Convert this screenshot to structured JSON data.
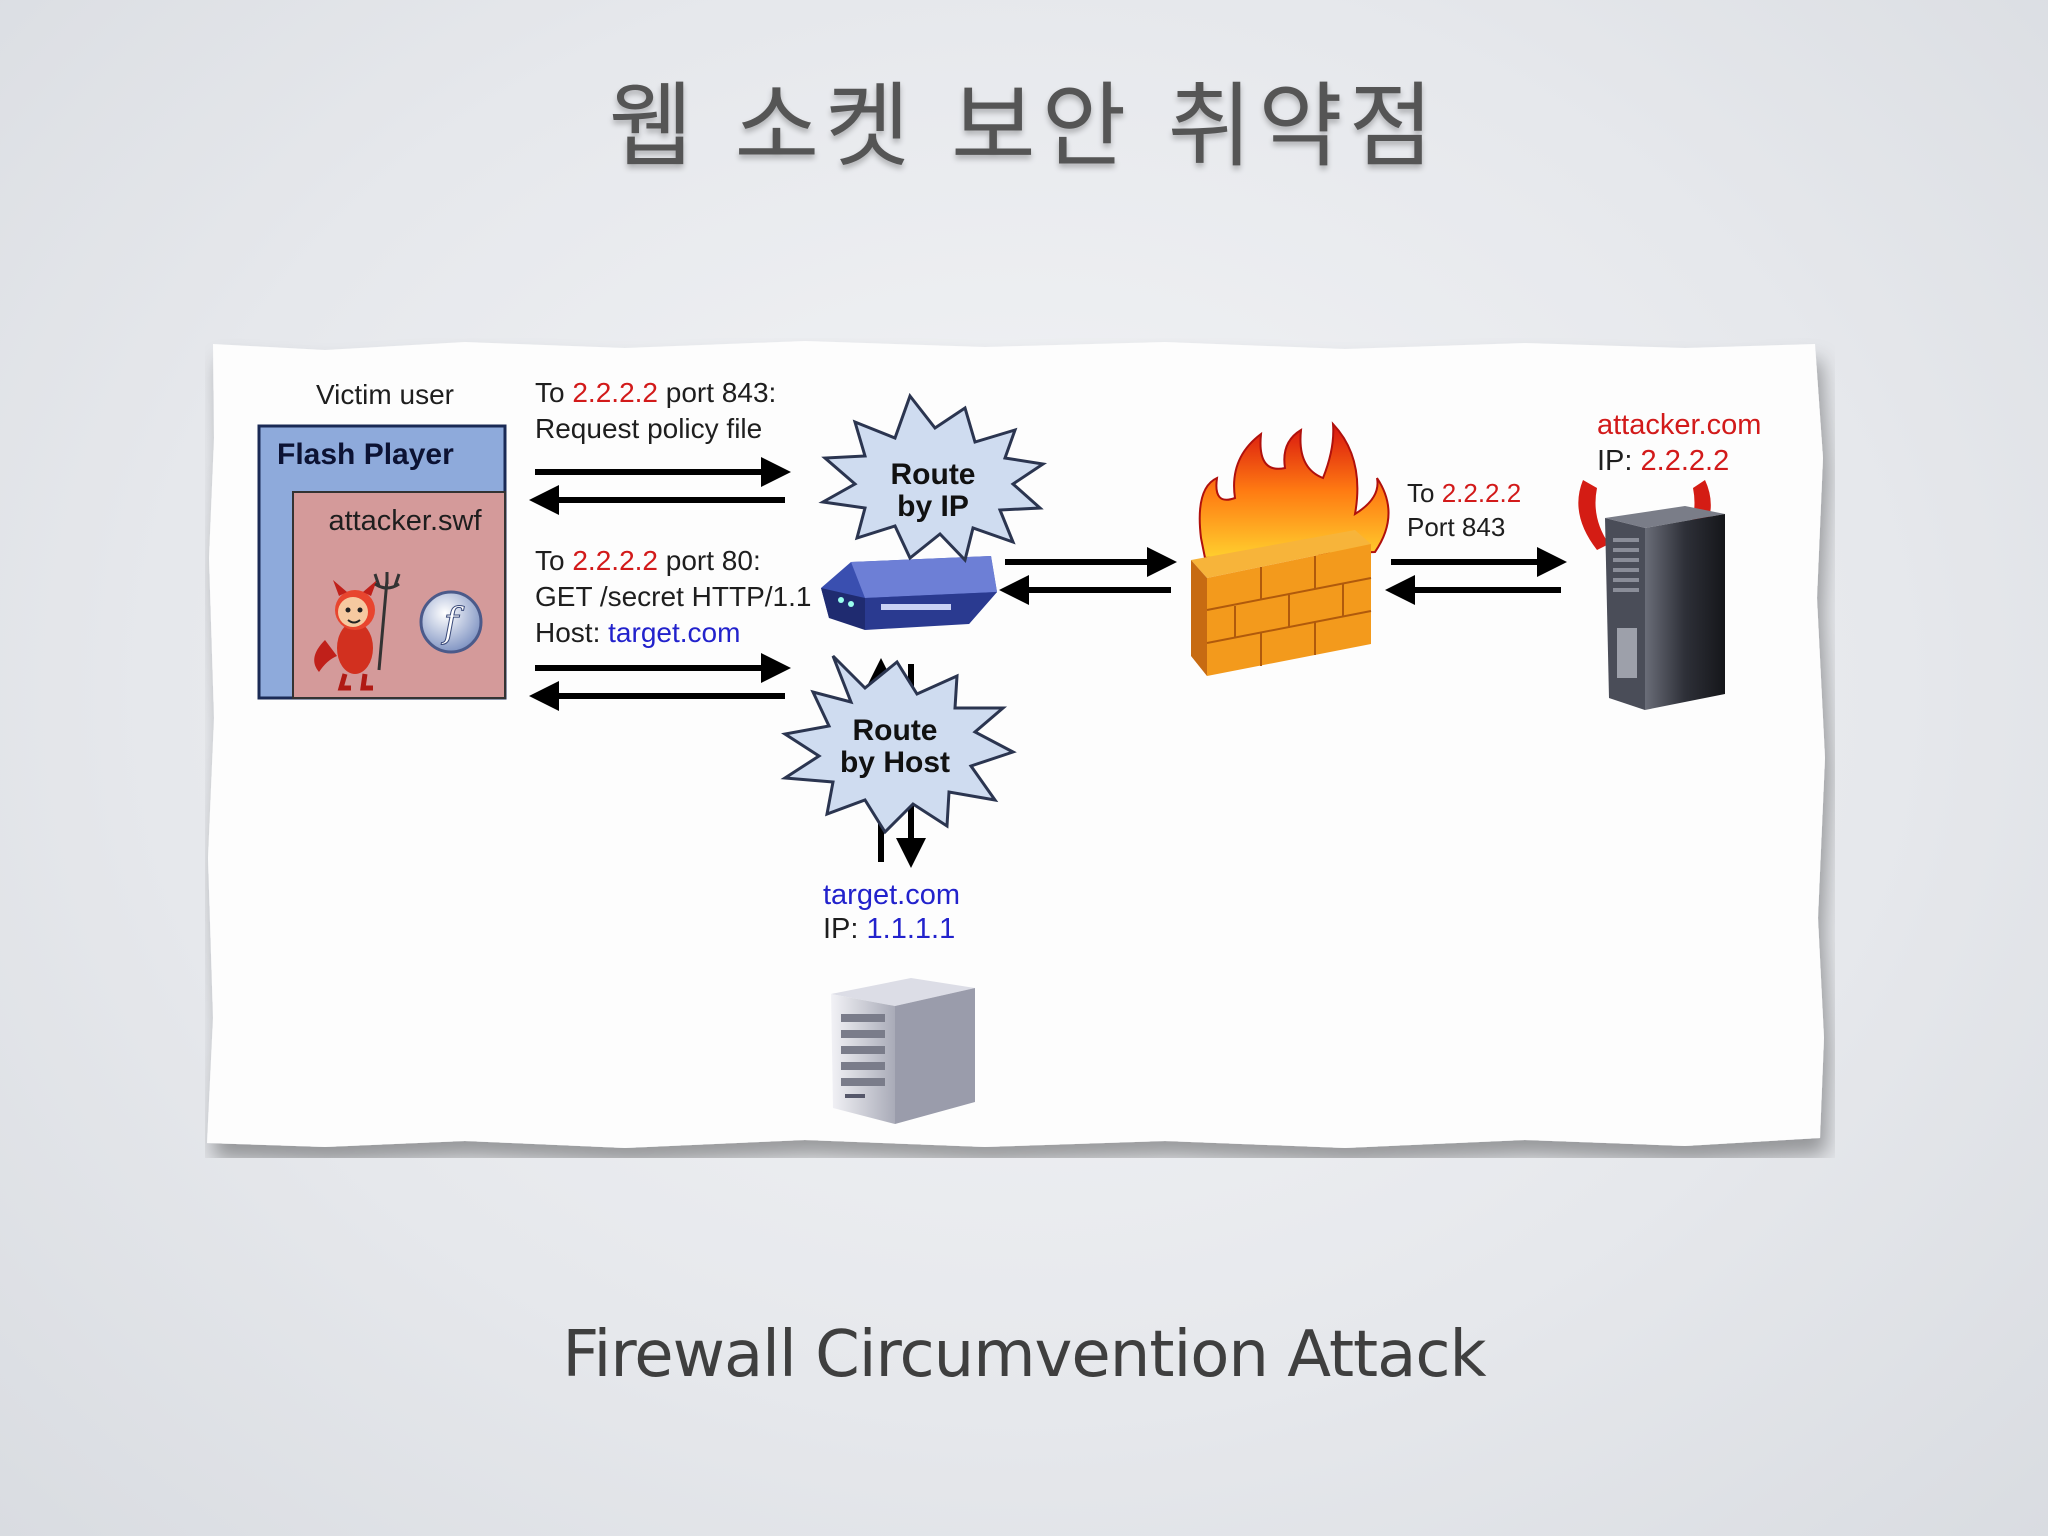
{
  "slide": {
    "title": "웹 소켓 보안 취약점",
    "caption": "Firewall Circumvention Attack"
  },
  "diagram": {
    "victim_label": "Victim user",
    "flash_player_label": "Flash Player",
    "swf_label": "attacker.swf",
    "flash_logo_letter": "f",
    "request1": {
      "to_prefix": "To ",
      "ip": "2.2.2.2",
      "port_suffix": " port 843:",
      "line2": "Request policy file"
    },
    "request2": {
      "to_prefix": "To ",
      "ip": "2.2.2.2",
      "port_suffix": " port 80:",
      "line2": "GET /secret HTTP/1.1",
      "host_prefix": "Host: ",
      "host": "target.com"
    },
    "route_ip": {
      "line1": "Route",
      "line2": "by IP"
    },
    "route_host": {
      "line1": "Route",
      "line2": "by Host"
    },
    "firewall_out": {
      "to_prefix": "To ",
      "ip": "2.2.2.2",
      "line2": "Port 843"
    },
    "attacker": {
      "name": "attacker.com",
      "ip_prefix": "IP: ",
      "ip": "2.2.2.2"
    },
    "target": {
      "name": "target.com",
      "ip_prefix": "IP: ",
      "ip": "1.1.1.1"
    },
    "icons": [
      "router-icon",
      "firewall-icon",
      "attacker-server-icon",
      "target-server-icon",
      "devil-icon",
      "flash-logo-icon"
    ],
    "colors": {
      "flash_box": "#8eaadb",
      "swf_box": "#d49a9a",
      "burst_fill": "#cfdcf0",
      "highlight_red": "#d21a1a",
      "highlight_blue": "#2222cc"
    }
  }
}
